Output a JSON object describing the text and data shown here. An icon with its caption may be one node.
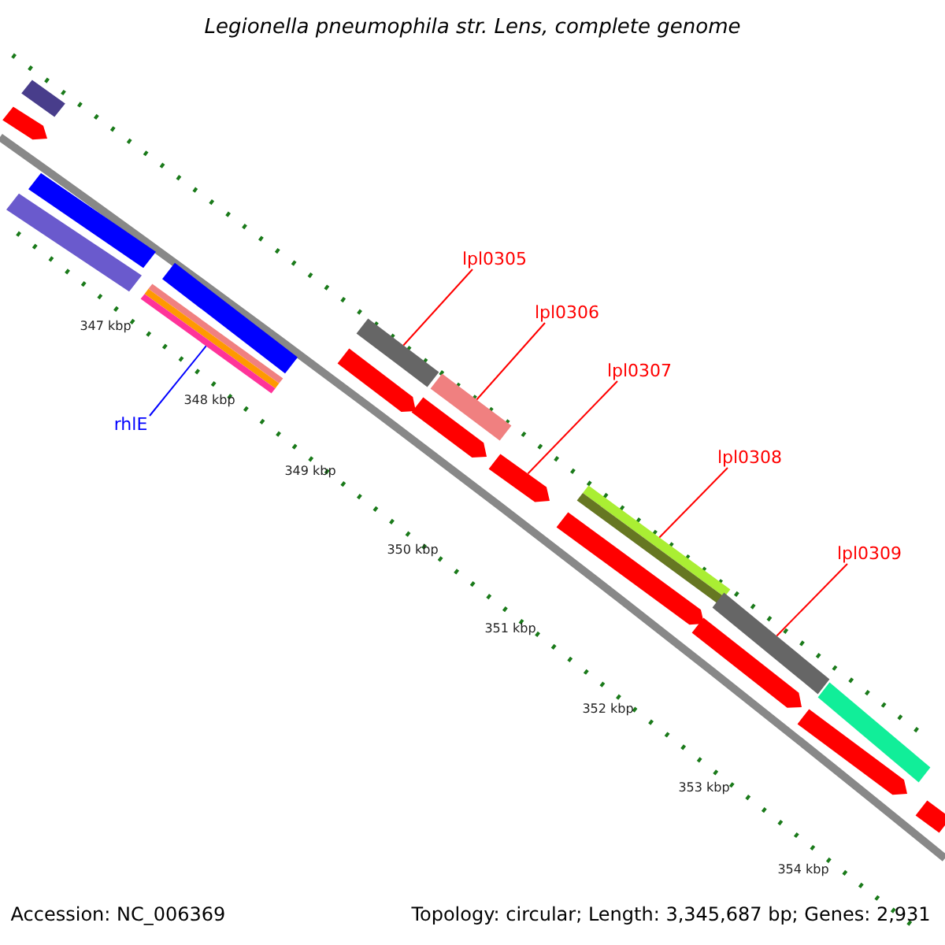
{
  "diagram": {
    "title": "Legionella pneumophila str. Lens, complete genome",
    "nodes": [
      {
        "text": [
          "rhlE"
        ]
      },
      {
        "text": [],
        "shape": "bar"
      },
      {
        "text": [
          "lpl0305"
        ]
      },
      {
        "text": [],
        "shape": "bar"
      },
      {
        "text": [
          "lpl0306"
        ]
      },
      {
        "text": [],
        "shape": "bar"
      },
      {
        "text": [
          "lpl0307"
        ]
      },
      {
        "text": [],
        "shape": "bar"
      },
      {
        "text": [
          "lpl0308"
        ]
      },
      {
        "text": [],
        "shape": "bar"
      },
      {
        "text": [
          "lpl0309"
        ]
      },
      {
        "text": [],
        "shape": "bar"
      },
      {
        "text": [],
        "shape": "bar"
      },
      {
        "text": [],
        "shape": "bar"
      },
      {
        "text": [],
        "shape": "bar"
      },
      {
        "text": [],
        "shape": "bar"
      },
      {
        "text": [],
        "shape": "bar"
      },
      {
        "text": [],
        "shape": "bar"
      },
      {
        "text": [],
        "shape": "bar"
      },
      {
        "text": [],
        "shape": "bar"
      },
      {
        "text": [],
        "shape": "bar"
      },
      {
        "text": [],
        "shape": "bar"
      },
      {
        "text": [],
        "shape": "bar"
      },
      {
        "text": [],
        "shape": "bar"
      }
    ],
    "edges": [
      {
        "from": 0,
        "to": 1,
        "arrow": "none",
        "color": "#0000ff"
      },
      {
        "from": 2,
        "to": 3,
        "arrow": "none"
      },
      {
        "from": 4,
        "to": 5,
        "arrow": "none"
      },
      {
        "from": 6,
        "to": 7,
        "arrow": "none"
      },
      {
        "from": 8,
        "to": 9,
        "arrow": "none"
      },
      {
        "from": 10,
        "to": 11,
        "arrow": "none"
      }
    ],
    "labels": [
      "347 kbp",
      "348 kbp",
      "349 kbp",
      "350 kbp",
      "351 kbp",
      "352 kbp",
      "353 kbp",
      "354 kbp",
      "Accession: NC_006369",
      "Topology: circular; Length: 3,345,687 bp; Genes: 2,931"
    ]
  }
}
